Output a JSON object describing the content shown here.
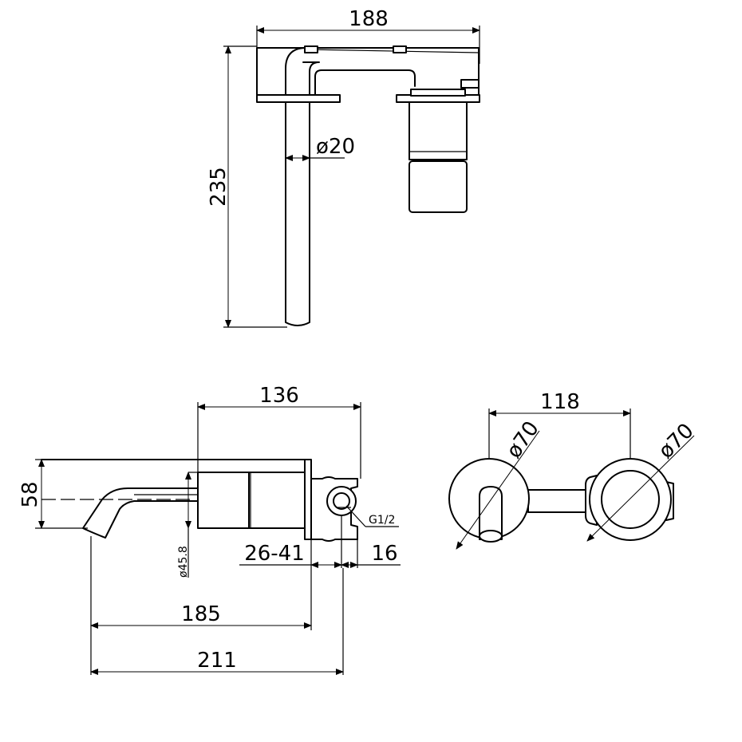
{
  "dimensions": {
    "overall_height_top": "235",
    "overall_width_top": "188",
    "spout_diameter": "ø20",
    "spout_projection": "136",
    "body_height": "58",
    "handle_diameter": "ø45.8",
    "wall_range": "26-41",
    "plate_depth": "16",
    "thread": "G1/2",
    "spout_reach": "185",
    "total_reach": "211",
    "centres": "118",
    "plate_diameter_left": "ø70",
    "plate_diameter_right": "ø70"
  },
  "colors": {
    "line": "#000000",
    "background": "#ffffff"
  }
}
